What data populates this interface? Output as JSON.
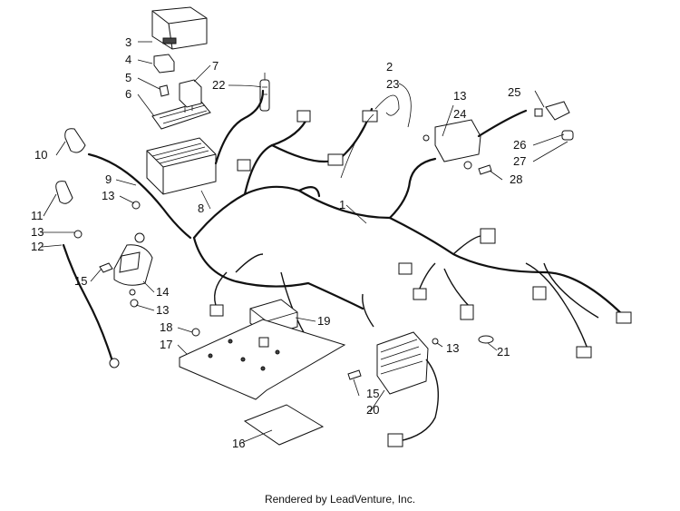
{
  "footer": "Rendered by LeadVenture, Inc.",
  "callouts": {
    "c1": "1",
    "c2": "2",
    "c3": "3",
    "c4": "4",
    "c5": "5",
    "c6": "6",
    "c7": "7",
    "c8": "8",
    "c9": "9",
    "c10": "10",
    "c11": "11",
    "c12": "12",
    "c13a": "13",
    "c13b": "13",
    "c13c": "13",
    "c13d": "13",
    "c13e": "13",
    "c14": "14",
    "c15a": "15",
    "c15b": "15",
    "c16": "16",
    "c17": "17",
    "c18": "18",
    "c19": "19",
    "c20": "20",
    "c21": "21",
    "c22": "22",
    "c23": "23",
    "c24": "24",
    "c25": "25",
    "c26": "26",
    "c27": "27",
    "c28": "28"
  }
}
